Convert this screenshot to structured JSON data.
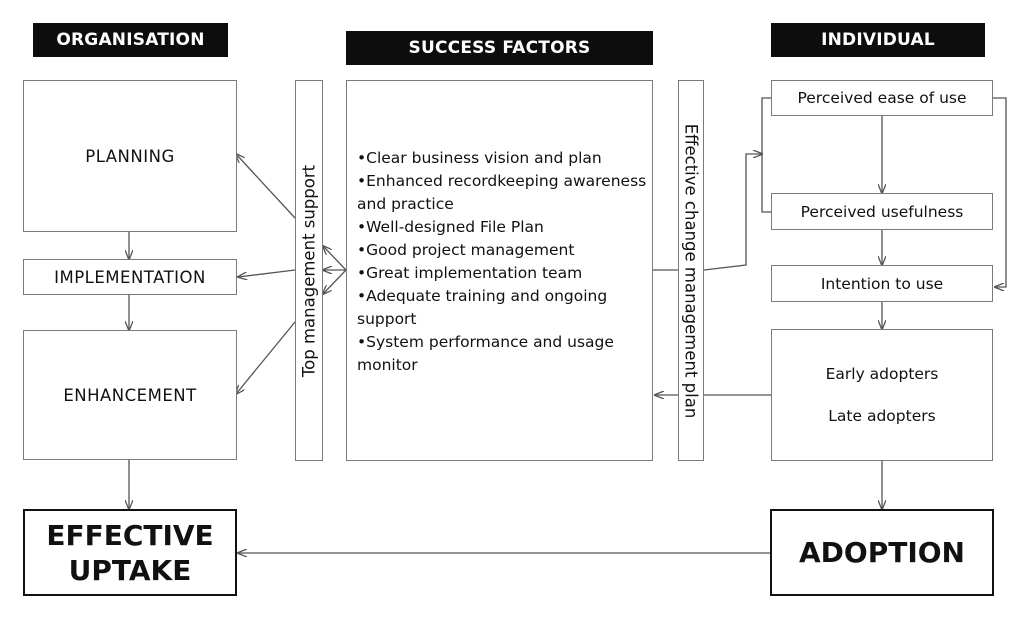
{
  "headers": {
    "organisation": "ORGANISATION",
    "success_factors": "SUCCESS FACTORS",
    "individual": "INDIVIDUAL"
  },
  "organisation": {
    "planning": "PLANNING",
    "implementation": "IMPLEMENTATION",
    "enhancement": "ENHANCEMENT",
    "outcome": [
      "EFFECTIVE",
      "UPTAKE"
    ]
  },
  "top_management": "Top management support",
  "change_management": "Effective change management plan",
  "success_factors": [
    "•Clear business vision and plan",
    "•Enhanced recordkeeping awareness and practice",
    "•Well-designed  File Plan",
    "•Good project  management",
    "•Great implementation team",
    "•Adequate training and ongoing support",
    "•System performance  and usage monitor"
  ],
  "individual": {
    "ease_of_use": "Perceived ease of use",
    "usefulness": "Perceived usefulness",
    "intention": "Intention to use",
    "early_adopters": "Early adopters",
    "late_adopters": "Late adopters",
    "outcome": "ADOPTION"
  },
  "colors": {
    "header_bg": "#0d0d0d",
    "border": "#7a7a7a",
    "line": "#555555"
  }
}
